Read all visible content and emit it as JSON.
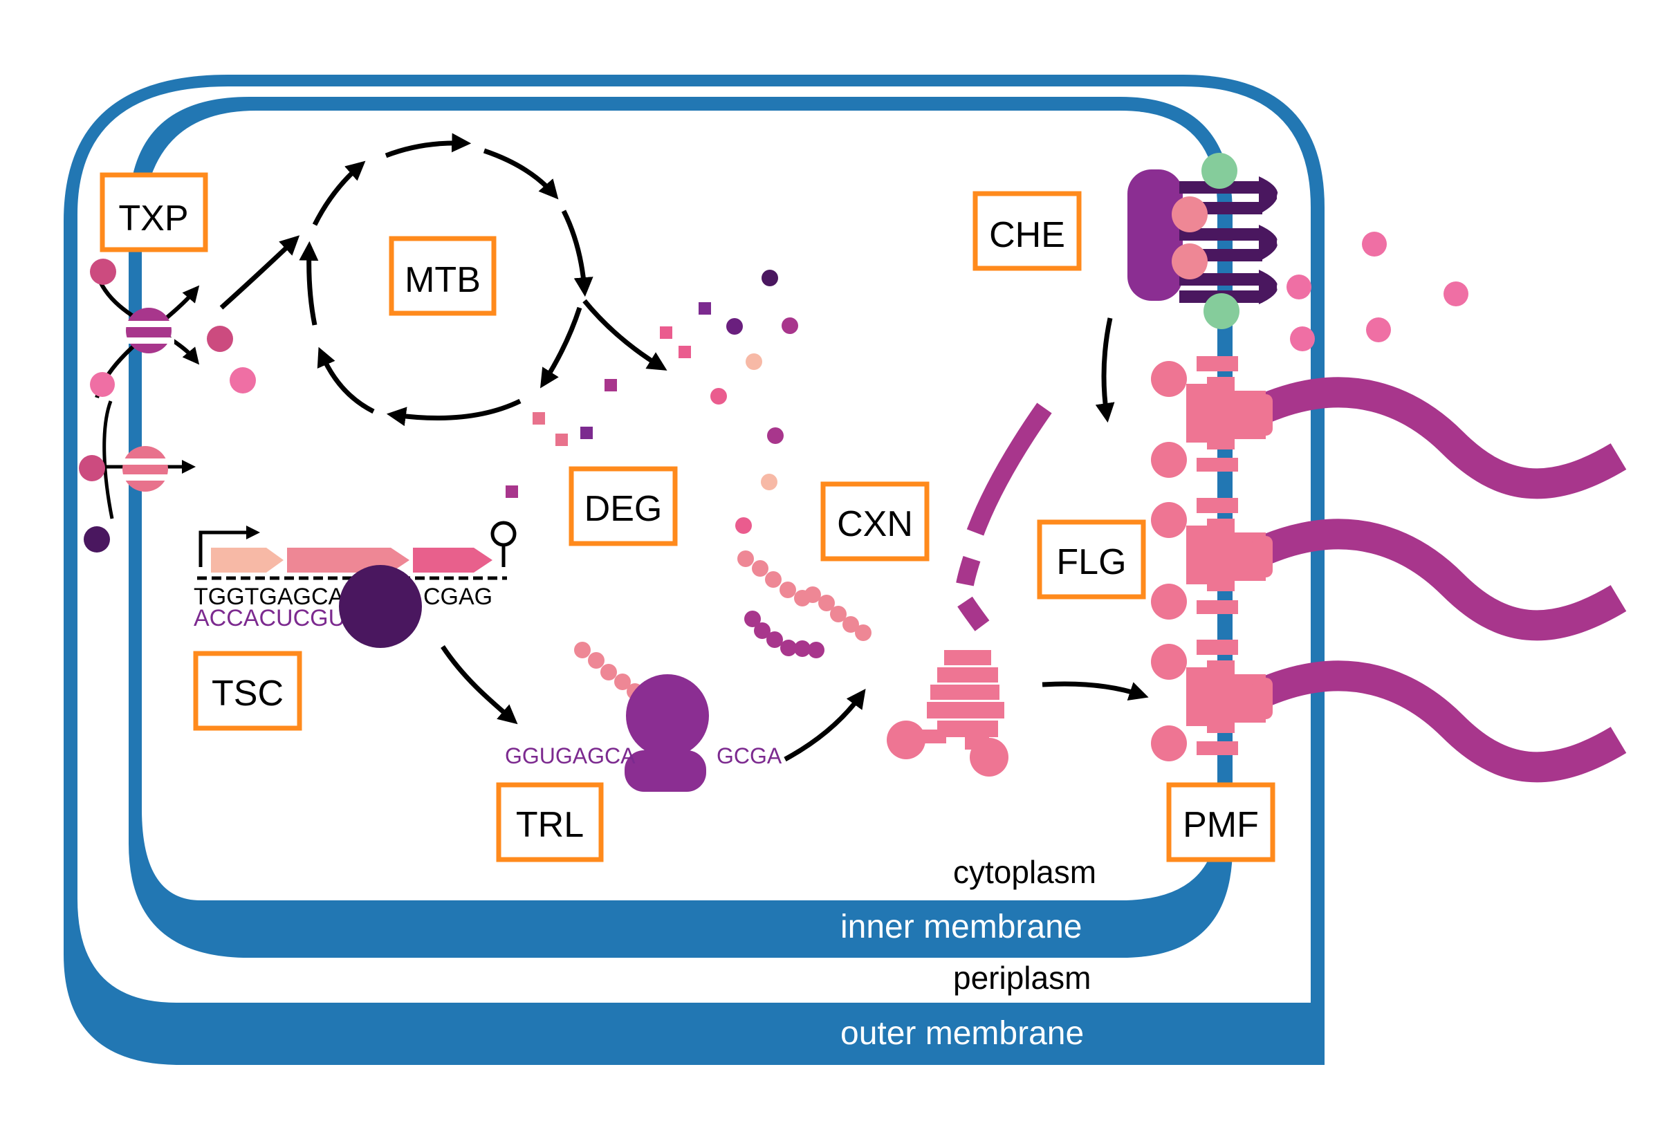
{
  "labels": {
    "txp": "TXP",
    "mtb": "MTB",
    "deg": "DEG",
    "tsc": "TSC",
    "trl": "TRL",
    "cxn": "CXN",
    "che": "CHE",
    "flg": "FLG",
    "pmf": "PMF"
  },
  "compartments": {
    "cytoplasm": "cytoplasm",
    "inner_membrane": "inner membrane",
    "periplasm": "periplasm",
    "outer_membrane": "outer membrane"
  },
  "sequences": {
    "dna_top": "TGGTGAGCA",
    "dna_top_tail": "CGAG",
    "rna_complement": "ACCACUCGU",
    "mrna_left": "GGUGAGCA",
    "mrna_right": "GCGA"
  },
  "colors": {
    "membrane_blue": "#2277b3",
    "label_box_orange": "#ff8a1c",
    "magenta": "#a8368c",
    "pink": "#e8728c",
    "dark_purple": "#4a175f",
    "purple": "#8b2e92",
    "peach": "#f7b9a6",
    "mint": "#85cc9b"
  }
}
